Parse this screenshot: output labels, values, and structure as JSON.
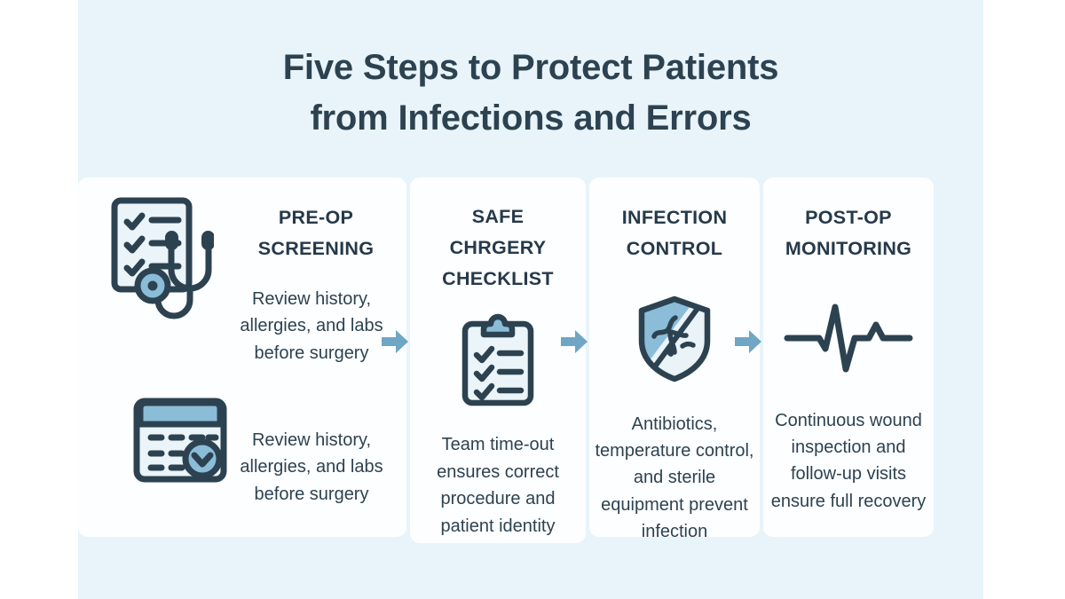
{
  "theme": {
    "page_background": "#ffffff",
    "panel_background": "#e8f4fa",
    "card_background": "#fdfeff",
    "title_color": "#2d4250",
    "heading_color": "#26394a",
    "body_color": "#2d4250",
    "accent_blue": "#6fa6c4",
    "icon_fill_light": "#e9f3f8",
    "icon_fill_blue": "#8bbdd9",
    "icon_stroke": "#2d4250"
  },
  "header": {
    "title_line_1": "Five Steps to Protect Patients",
    "title_line_2": "from Infections and Errors"
  },
  "steps": [
    {
      "id": "pre-op-screening",
      "title_line_1": "PRE-OP",
      "title_line_2": "SCREENING",
      "icons": [
        "clipboard-stethoscope-icon",
        "calendar-clock-icon"
      ],
      "body_primary": "Review history, allergies, and labs before surgery",
      "body_secondary": "Review history, allergies, and labs before surgery"
    },
    {
      "id": "safe-surgery-checklist",
      "title_line_1": "SAFE",
      "title_line_2": "CHRGERY",
      "title_line_3": "CHECKLIST",
      "icons": [
        "clipboard-checklist-icon"
      ],
      "body_primary": "Team time-out ensures correct procedure and patient identity"
    },
    {
      "id": "infection-control",
      "title_line_1": "INFECTION",
      "title_line_2": "CONTROL",
      "icons": [
        "shield-germ-blocked-icon"
      ],
      "body_primary": "Antibiotics, temperature control, and sterile equipment prevent infection"
    },
    {
      "id": "post-op-monitoring",
      "title_line_1": "POST-OP",
      "title_line_2": "MONITORING",
      "icons": [
        "ecg-heartbeat-icon"
      ],
      "body_primary": "Continuous wound inspection and follow-up visits ensure full recovery"
    }
  ],
  "connectors": [
    {
      "name": "arrow-step1-to-step2",
      "glyph": "right-arrow-icon"
    },
    {
      "name": "arrow-step2-to-step3",
      "glyph": "right-arrow-icon"
    },
    {
      "name": "arrow-step3-to-step4",
      "glyph": "right-arrow-icon"
    }
  ]
}
